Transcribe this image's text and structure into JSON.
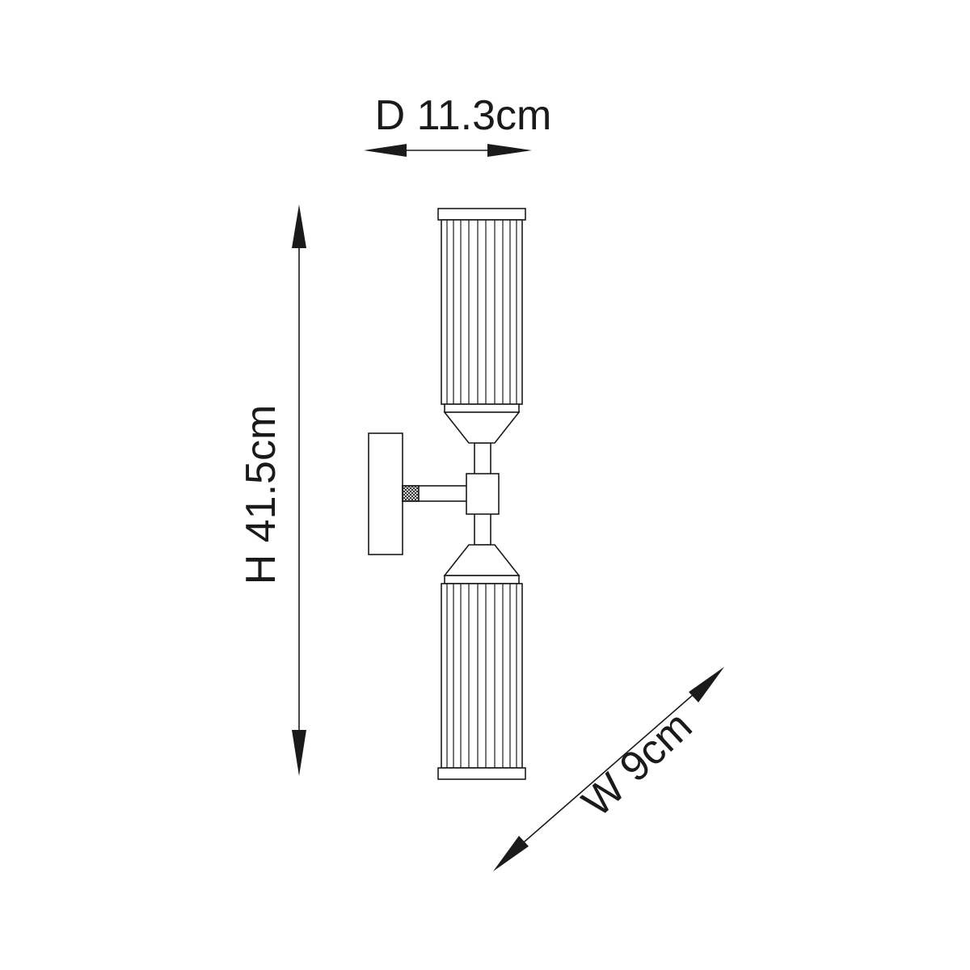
{
  "dimensions": {
    "depth": {
      "label": "D 11.3cm",
      "value": 11.3,
      "unit": "cm"
    },
    "height": {
      "label": "H 41.5cm",
      "value": 41.5,
      "unit": "cm"
    },
    "width": {
      "label": "W 9cm",
      "value": 9,
      "unit": "cm"
    }
  },
  "colors": {
    "line": "#1a1a1a",
    "background": "#ffffff"
  }
}
